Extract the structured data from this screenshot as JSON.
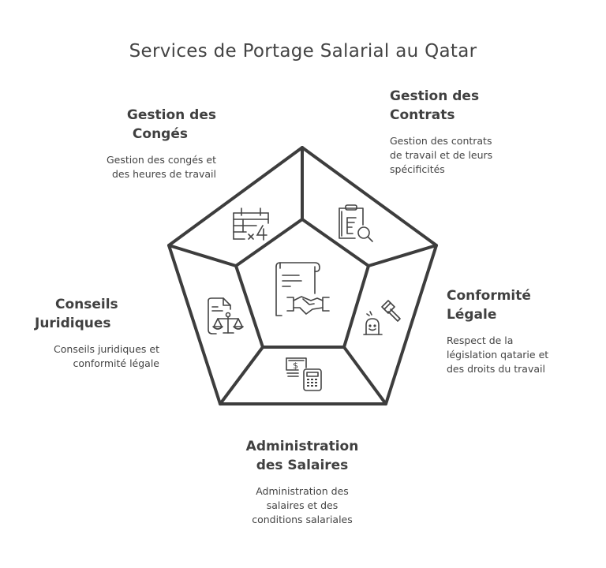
{
  "title": "Services de Portage Salarial au Qatar",
  "center": {
    "icon": "contract-handshake-icon"
  },
  "segments": [
    {
      "id": "conges",
      "heading_line1": "Gestion des",
      "heading_line2": "Congés",
      "description_line1": "Gestion des congés et",
      "description_line2": "des heures de travail",
      "icon": "calendar-x4-icon"
    },
    {
      "id": "contrats",
      "heading_line1": "Gestion des",
      "heading_line2": "Contrats",
      "description_line1": "Gestion des contrats",
      "description_line2": "de travail et de leurs",
      "description_line3": "spécificités",
      "icon": "clipboard-search-icon"
    },
    {
      "id": "conformite",
      "heading_line1": "Conformité",
      "heading_line2": "Légale",
      "description_line1": "Respect de la",
      "description_line2": "législation qatarie et",
      "description_line3": "des droits du travail",
      "icon": "gavel-icon"
    },
    {
      "id": "salaires",
      "heading_line1": "Administration",
      "heading_line2": "des Salaires",
      "description_line1": "Administration des",
      "description_line2": "salaires et des",
      "description_line3": "conditions salariales",
      "icon": "money-calculator-icon"
    },
    {
      "id": "juridiques",
      "heading_line1": "Conseils",
      "heading_line2": "Juridiques",
      "description_line1": "Conseils juridiques et",
      "description_line2": "conformité légale",
      "icon": "document-scales-icon"
    }
  ],
  "colors": {
    "stroke": "#3d3d3d",
    "text": "#404040",
    "background": "#ffffff"
  }
}
